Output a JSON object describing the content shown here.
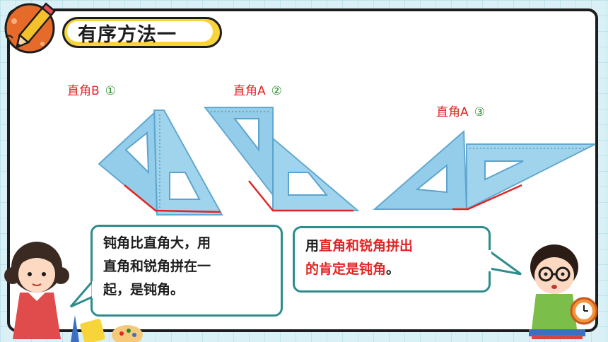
{
  "slide": {
    "title": "有序方法一"
  },
  "labels": [
    {
      "text": "直角B",
      "num": "①"
    },
    {
      "text": "直角A",
      "num": "②"
    },
    {
      "text": "直角A",
      "num": "③"
    }
  ],
  "bubbles": {
    "left": {
      "line1": "钝角比直角大，用",
      "line2": "直角和锐角拼在一",
      "line3": "起，是钝角。"
    },
    "right": {
      "prefix": "用",
      "highlight": "直角和锐角拼出",
      "line2_highlight": "的肯定是钝角",
      "line2_suffix": "。"
    }
  },
  "colors": {
    "accent_red": "#e02525",
    "number_green": "#2a8a2a",
    "title_yellow": "#f6d43a",
    "bubble_border": "#2e8c8c",
    "ruler_blue": "#8fcbe8"
  }
}
